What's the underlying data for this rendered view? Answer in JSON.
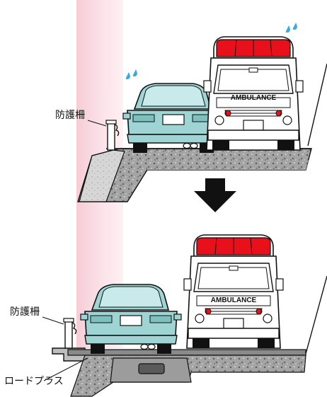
{
  "top_panel": {
    "guardrail_label": "防護柵",
    "ambulance_text": "AMBULANCE"
  },
  "bottom_panel": {
    "guardrail_label": "防護柵",
    "road_plus_label": "ロードプラス",
    "ambulance_text": "AMBULANCE"
  },
  "colors": {
    "car_body": "#9fd4d4",
    "siren_red": "#e8101a",
    "highlight_band": "#f8d4dc",
    "sweat_drop": "#3aa8e0",
    "ground": "#9a9a9a",
    "arrow": "#111111"
  }
}
